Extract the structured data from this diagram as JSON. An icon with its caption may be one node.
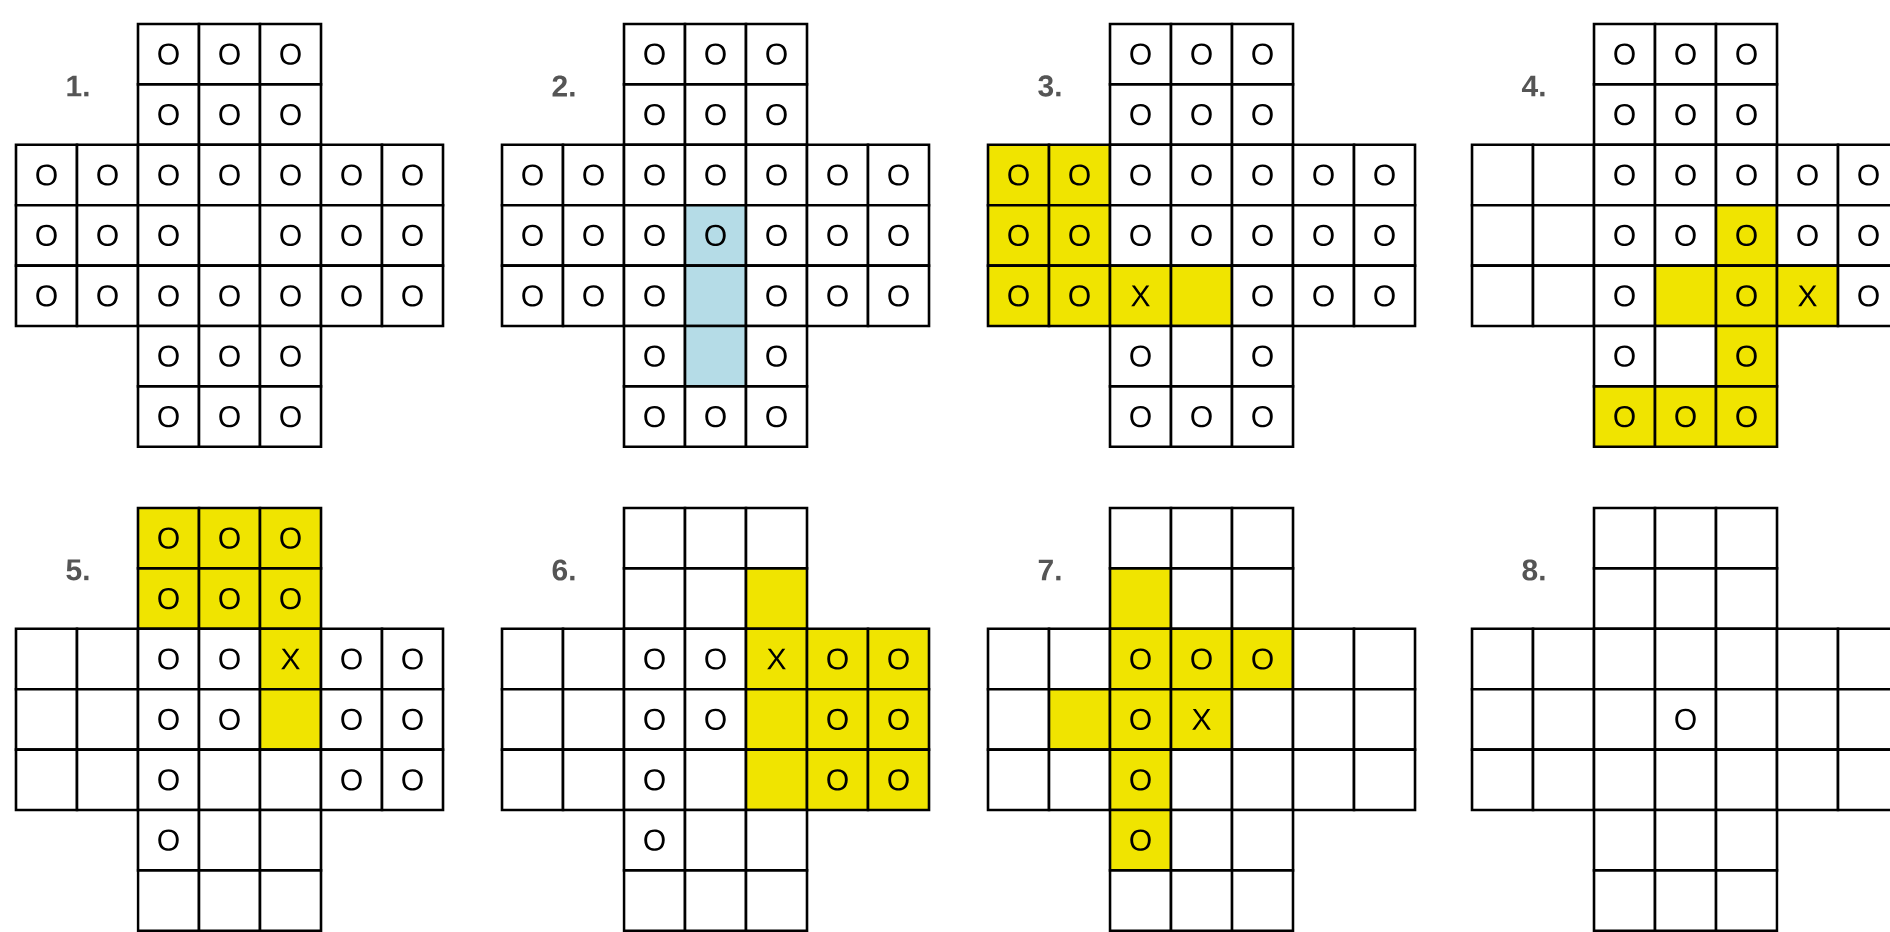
{
  "diagram": {
    "nodes": [
      {
        "text": [
          "O"
        ]
      },
      {
        "text": [
          "O"
        ]
      },
      {
        "text": [
          "O"
        ]
      },
      {
        "text": [
          "O"
        ]
      },
      {
        "text": [
          "O"
        ]
      },
      {
        "text": [
          "O"
        ]
      },
      {
        "text": [
          "O"
        ]
      },
      {
        "text": [
          "O"
        ]
      },
      {
        "text": [
          "O"
        ]
      },
      {
        "text": [
          "O"
        ]
      },
      {
        "text": [
          "O"
        ]
      },
      {
        "text": [
          "O"
        ]
      },
      {
        "text": [
          "O"
        ]
      },
      {
        "text": [
          "O"
        ]
      },
      {
        "text": [
          "O"
        ]
      },
      {
        "text": [
          "O"
        ]
      },
      {
        "text": [],
        "shape": "box"
      },
      {
        "text": [
          "O"
        ]
      },
      {
        "text": [
          "O"
        ]
      },
      {
        "text": [
          "O"
        ]
      },
      {
        "text": [
          "O"
        ]
      },
      {
        "text": [
          "O"
        ]
      },
      {
        "text": [
          "O"
        ]
      },
      {
        "text": [
          "O"
        ]
      },
      {
        "text": [
          "O"
        ]
      },
      {
        "text": [
          "O"
        ]
      },
      {
        "text": [
          "O"
        ]
      },
      {
        "text": [
          "O"
        ]
      },
      {
        "text": [
          "O"
        ]
      },
      {
        "text": [
          "O"
        ]
      },
      {
        "text": [
          "O"
        ]
      },
      {
        "text": [
          "O"
        ]
      },
      {
        "text": [
          "O"
        ]
      },
      {
        "text": [
          "O"
        ]
      },
      {
        "text": [
          "O"
        ]
      },
      {
        "text": [
          "O"
        ]
      },
      {
        "text": [
          "O"
        ]
      },
      {
        "text": [
          "O"
        ]
      },
      {
        "text": [
          "O"
        ]
      },
      {
        "text": [
          "O"
        ]
      },
      {
        "text": [
          "O"
        ]
      },
      {
        "text": [
          "O"
        ]
      },
      {
        "text": [
          "O"
        ]
      },
      {
        "text": [
          "O"
        ]
      },
      {
        "text": [
          "O"
        ]
      },
      {
        "text": [
          "O"
        ]
      },
      {
        "text": [
          "O"
        ]
      },
      {
        "text": [
          "O"
        ]
      },
      {
        "text": [
          "O"
        ]
      },
      {
        "text": [
          "O"
        ]
      },
      {
        "text": [
          "O"
        ]
      },
      {
        "text": [
          "O"
        ]
      },
      {
        "text": [
          "O"
        ]
      },
      {
        "text": [
          "O"
        ]
      },
      {
        "text": [
          "O"
        ]
      },
      {
        "text": [
          "O"
        ]
      },
      {
        "text": [],
        "shape": "box"
      },
      {
        "text": [
          "O"
        ]
      },
      {
        "text": [
          "O"
        ]
      },
      {
        "text": [
          "O"
        ]
      },
      {
        "text": [
          "O"
        ]
      },
      {
        "text": [],
        "shape": "box"
      },
      {
        "text": [
          "O"
        ]
      },
      {
        "text": [
          "O"
        ]
      },
      {
        "text": [
          "O"
        ]
      },
      {
        "text": [
          "O"
        ]
      },
      {
        "text": [
          "O"
        ]
      },
      {
        "text": [
          "O"
        ]
      },
      {
        "text": [
          "O"
        ]
      },
      {
        "text": [
          "O"
        ]
      },
      {
        "text": [
          "O"
        ]
      },
      {
        "text": [
          "O"
        ]
      },
      {
        "text": [
          "O"
        ]
      },
      {
        "text": [
          "O"
        ]
      },
      {
        "text": [
          "O"
        ]
      },
      {
        "text": [
          "O"
        ]
      },
      {
        "text": [
          "O"
        ]
      },
      {
        "text": [
          "O"
        ]
      },
      {
        "text": [
          "O"
        ]
      },
      {
        "text": [
          "O"
        ]
      },
      {
        "text": [
          "O"
        ]
      },
      {
        "text": [
          "O"
        ]
      },
      {
        "text": [
          "O"
        ]
      },
      {
        "text": [
          "O"
        ]
      },
      {
        "text": [
          "O"
        ]
      },
      {
        "text": [
          "O"
        ]
      },
      {
        "text": [
          "O"
        ]
      },
      {
        "text": [
          "O"
        ]
      },
      {
        "text": [
          "X"
        ]
      },
      {
        "text": [],
        "shape": "box"
      },
      {
        "text": [
          "O"
        ]
      },
      {
        "text": [
          "O"
        ]
      },
      {
        "text": [
          "O"
        ]
      },
      {
        "text": [
          "O"
        ]
      },
      {
        "text": [],
        "shape": "box"
      },
      {
        "text": [
          "O"
        ]
      },
      {
        "text": [
          "O"
        ]
      },
      {
        "text": [
          "O"
        ]
      },
      {
        "text": [
          "O"
        ]
      },
      {
        "text": [
          "O"
        ]
      },
      {
        "text": [
          "O"
        ]
      },
      {
        "text": [
          "O"
        ]
      },
      {
        "text": [
          "O"
        ]
      },
      {
        "text": [
          "O"
        ]
      },
      {
        "text": [
          "O"
        ]
      },
      {
        "text": [],
        "shape": "box"
      },
      {
        "text": [],
        "shape": "box"
      },
      {
        "text": [
          "O"
        ]
      },
      {
        "text": [
          "O"
        ]
      },
      {
        "text": [
          "O"
        ]
      },
      {
        "text": [
          "O"
        ]
      },
      {
        "text": [
          "O"
        ]
      },
      {
        "text": [],
        "shape": "box"
      },
      {
        "text": [],
        "shape": "box"
      },
      {
        "text": [
          "O"
        ]
      },
      {
        "text": [
          "O"
        ]
      },
      {
        "text": [
          "O"
        ]
      },
      {
        "text": [
          "O"
        ]
      },
      {
        "text": [
          "O"
        ]
      },
      {
        "text": [],
        "shape": "box"
      },
      {
        "text": [],
        "shape": "box"
      },
      {
        "text": [
          "O"
        ]
      },
      {
        "text": [],
        "shape": "box"
      },
      {
        "text": [
          "O"
        ]
      },
      {
        "text": [
          "X"
        ]
      },
      {
        "text": [
          "O"
        ]
      },
      {
        "text": [
          "O"
        ]
      },
      {
        "text": [],
        "shape": "box"
      },
      {
        "text": [
          "O"
        ]
      },
      {
        "text": [
          "O"
        ]
      },
      {
        "text": [
          "O"
        ]
      },
      {
        "text": [
          "O"
        ]
      },
      {
        "text": [
          "O"
        ]
      },
      {
        "text": [
          "O"
        ]
      },
      {
        "text": [
          "O"
        ]
      },
      {
        "text": [
          "O"
        ]
      },
      {
        "text": [
          "O"
        ]
      },
      {
        "text": [
          "O"
        ]
      },
      {
        "text": [],
        "shape": "box"
      },
      {
        "text": [],
        "shape": "box"
      },
      {
        "text": [
          "O"
        ]
      },
      {
        "text": [
          "O"
        ]
      },
      {
        "text": [
          "X"
        ]
      },
      {
        "text": [
          "O"
        ]
      },
      {
        "text": [
          "O"
        ]
      },
      {
        "text": [],
        "shape": "box"
      },
      {
        "text": [],
        "shape": "box"
      },
      {
        "text": [
          "O"
        ]
      },
      {
        "text": [
          "O"
        ]
      },
      {
        "text": [],
        "shape": "box"
      },
      {
        "text": [
          "O"
        ]
      },
      {
        "text": [
          "O"
        ]
      },
      {
        "text": [],
        "shape": "box"
      },
      {
        "text": [],
        "shape": "box"
      },
      {
        "text": [
          "O"
        ]
      },
      {
        "text": [],
        "shape": "box"
      },
      {
        "text": [],
        "shape": "box"
      },
      {
        "text": [
          "O"
        ]
      },
      {
        "text": [
          "O"
        ]
      },
      {
        "text": [
          "O"
        ]
      },
      {
        "text": [],
        "shape": "box"
      },
      {
        "text": [],
        "shape": "box"
      },
      {
        "text": [],
        "shape": "box"
      },
      {
        "text": [],
        "shape": "box"
      },
      {
        "text": [],
        "shape": "box"
      },
      {
        "text": [],
        "shape": "box"
      },
      {
        "text": [],
        "shape": "box"
      },
      {
        "text": [],
        "shape": "box"
      },
      {
        "text": [],
        "shape": "box"
      },
      {
        "text": [],
        "shape": "box"
      },
      {
        "text": [],
        "shape": "box"
      },
      {
        "text": [],
        "shape": "box"
      },
      {
        "text": [],
        "shape": "box"
      },
      {
        "text": [
          "O"
        ]
      },
      {
        "text": [
          "O"
        ]
      },
      {
        "text": [
          "X"
        ]
      },
      {
        "text": [
          "O"
        ]
      },
      {
        "text": [
          "O"
        ]
      },
      {
        "text": [],
        "shape": "box"
      },
      {
        "text": [],
        "shape": "box"
      },
      {
        "text": [
          "O"
        ]
      },
      {
        "text": [
          "O"
        ]
      },
      {
        "text": [],
        "shape": "box"
      },
      {
        "text": [
          "O"
        ]
      },
      {
        "text": [
          "O"
        ]
      },
      {
        "text": [],
        "shape": "box"
      },
      {
        "text": [],
        "shape": "box"
      },
      {
        "text": [
          "O"
        ]
      },
      {
        "text": [],
        "shape": "box"
      },
      {
        "text": [],
        "shape": "box"
      },
      {
        "text": [
          "O"
        ]
      },
      {
        "text": [
          "O"
        ]
      },
      {
        "text": [
          "O"
        ]
      },
      {
        "text": [],
        "shape": "box"
      },
      {
        "text": [],
        "shape": "box"
      },
      {
        "text": [],
        "shape": "box"
      },
      {
        "text": [],
        "shape": "box"
      },
      {
        "text": [],
        "shape": "box"
      },
      {
        "text": [],
        "shape": "box"
      },
      {
        "text": [],
        "shape": "box"
      },
      {
        "text": [],
        "shape": "box"
      },
      {
        "text": [],
        "shape": "box"
      },
      {
        "text": [],
        "shape": "box"
      },
      {
        "text": [],
        "shape": "box"
      },
      {
        "text": [],
        "shape": "box"
      },
      {
        "text": [],
        "shape": "box"
      },
      {
        "text": [
          "O"
        ]
      },
      {
        "text": [
          "O"
        ]
      },
      {
        "text": [
          "O"
        ]
      },
      {
        "text": [],
        "shape": "box"
      },
      {
        "text": [],
        "shape": "box"
      },
      {
        "text": [],
        "shape": "box"
      },
      {
        "text": [],
        "shape": "box"
      },
      {
        "text": [
          "O"
        ]
      },
      {
        "text": [
          "X"
        ]
      },
      {
        "text": [],
        "shape": "box"
      },
      {
        "text": [],
        "shape": "box"
      },
      {
        "text": [],
        "shape": "box"
      },
      {
        "text": [],
        "shape": "box"
      },
      {
        "text": [],
        "shape": "box"
      },
      {
        "text": [
          "O"
        ]
      },
      {
        "text": [],
        "shape": "box"
      },
      {
        "text": [],
        "shape": "box"
      },
      {
        "text": [],
        "shape": "box"
      },
      {
        "text": [],
        "shape": "box"
      },
      {
        "text": [
          "O"
        ]
      },
      {
        "text": [],
        "shape": "box"
      },
      {
        "text": [],
        "shape": "box"
      },
      {
        "text": [],
        "shape": "box"
      },
      {
        "text": [],
        "shape": "box"
      },
      {
        "text": [],
        "shape": "box"
      },
      {
        "text": [],
        "shape": "box"
      },
      {
        "text": [],
        "shape": "box"
      },
      {
        "text": [],
        "shape": "box"
      },
      {
        "text": [],
        "shape": "box"
      },
      {
        "text": [],
        "shape": "box"
      },
      {
        "text": [],
        "shape": "box"
      },
      {
        "text": [],
        "shape": "box"
      },
      {
        "text": [],
        "shape": "box"
      },
      {
        "text": [],
        "shape": "box"
      },
      {
        "text": [],
        "shape": "box"
      },
      {
        "text": [],
        "shape": "box"
      },
      {
        "text": [],
        "shape": "box"
      },
      {
        "text": [],
        "shape": "box"
      },
      {
        "text": [],
        "shape": "box"
      },
      {
        "text": [],
        "shape": "box"
      },
      {
        "text": [],
        "shape": "box"
      },
      {
        "text": [
          "O"
        ]
      },
      {
        "text": [],
        "shape": "box"
      },
      {
        "text": [],
        "shape": "box"
      },
      {
        "text": [],
        "shape": "box"
      },
      {
        "text": [],
        "shape": "box"
      },
      {
        "text": [],
        "shape": "box"
      },
      {
        "text": [],
        "shape": "box"
      },
      {
        "text": [],
        "shape": "box"
      },
      {
        "text": [],
        "shape": "box"
      },
      {
        "text": [],
        "shape": "box"
      },
      {
        "text": [],
        "shape": "box"
      },
      {
        "text": [],
        "shape": "box"
      },
      {
        "text": [],
        "shape": "box"
      },
      {
        "text": [],
        "shape": "box"
      },
      {
        "text": [],
        "shape": "box"
      },
      {
        "text": [],
        "shape": "box"
      },
      {
        "text": [],
        "shape": "box"
      }
    ],
    "labels": [
      "1.",
      "2.",
      "3.",
      "4.",
      "5.",
      "6.",
      "7.",
      "8."
    ]
  }
}
